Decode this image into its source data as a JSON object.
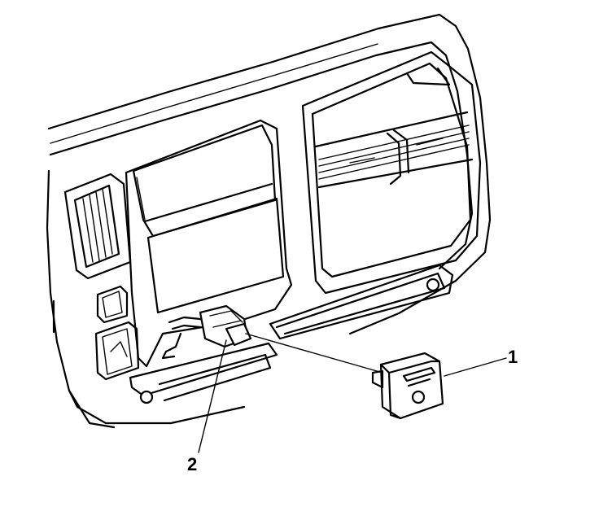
{
  "callouts": [
    {
      "id": "switch",
      "label": "1"
    },
    {
      "id": "connector",
      "label": "2"
    }
  ]
}
